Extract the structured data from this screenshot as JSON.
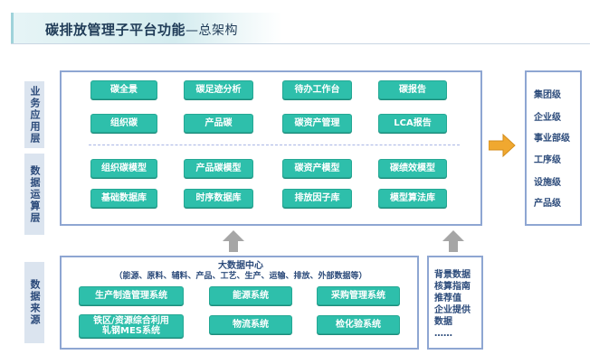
{
  "title": {
    "main": "碳排放管理子平台功能",
    "sub": "—总架构"
  },
  "side_labels": {
    "business": "业务应用层",
    "computing": "数据运算层",
    "source": "数据来源"
  },
  "business_row1": [
    "碳全景",
    "碳足迹分析",
    "待办工作台",
    "碳报告"
  ],
  "business_row2": [
    "组织碳",
    "产品碳",
    "碳资产管理",
    "LCA报告"
  ],
  "compute_row1": [
    "组织碳模型",
    "产品碳模型",
    "碳资产模型",
    "碳绩效模型"
  ],
  "compute_row2": [
    "基础数据库",
    "时序数据库",
    "排放因子库",
    "模型算法库"
  ],
  "data_center": {
    "title": "大数据中心",
    "subtitle": "（能源、原料、辅料、产品、工艺、生产、运输、排放、外部数据等）"
  },
  "source_row1": [
    "生产制造管理系统",
    "能源系统",
    "采购管理系统"
  ],
  "source_row2": {
    "mes_line1": "铁区/资源综合利用",
    "mes_line2": "轧钢MES系统",
    "logistics": "物流系统",
    "inspection": "检化验系统"
  },
  "external_data": [
    "背景数据",
    "核算指南",
    "推荐值",
    "企业提供",
    "数据",
    "……"
  ],
  "levels": [
    "集团级",
    "企业级",
    "事业部级",
    "工序级",
    "设施级",
    "产品级"
  ],
  "colors": {
    "module": "#2ebfab",
    "panel_border": "#8ea6d2",
    "arrow_orange": "#f0a830",
    "arrow_grey": "#a6a6a6"
  }
}
